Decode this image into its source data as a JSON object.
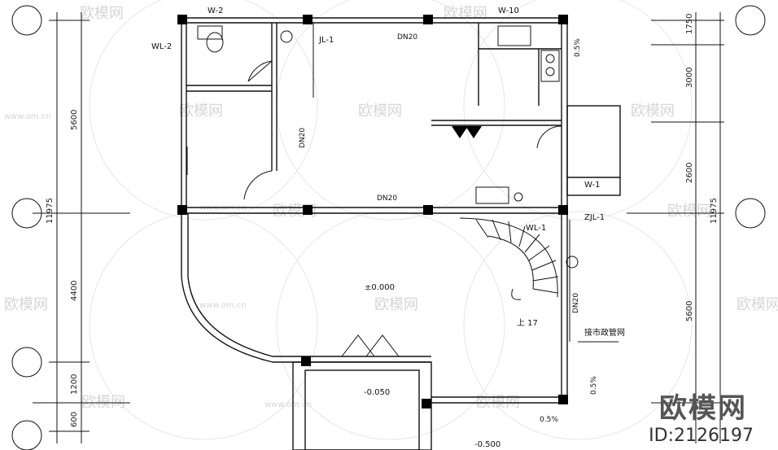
{
  "watermark": {
    "logo_text": "欧模网",
    "site_text": "www.om.cn",
    "id_text": "ID:2126197"
  },
  "dimensions": {
    "left": [
      "5600",
      "11975",
      "4400",
      "1200",
      "600"
    ],
    "right": [
      "1750",
      "3000",
      "2600",
      "11975",
      "5600"
    ]
  },
  "labels": {
    "w2_top": "W-2",
    "wl2": "WL-2",
    "jl1": "JL-1",
    "dn20_top": "DN20",
    "w10": "W-10",
    "slope_top": "0.5%",
    "dn20_mid": "DN20",
    "dn20_vert": "DN20",
    "w1": "W-1",
    "zjl1": "ZJL-1",
    "wl1": "WL-1",
    "elev_main": "±0.000",
    "up": "上 17",
    "dn20_right": "DN20",
    "drain_text": "接市政管网",
    "elev_porch": "-0.050",
    "slope_right": "0.5%",
    "slope_bottom": "0.5%",
    "elev_ground": "-0.500"
  },
  "colors": {
    "line": "#111111",
    "column_fill": "#000000",
    "watermark": "#d6d6d6"
  }
}
